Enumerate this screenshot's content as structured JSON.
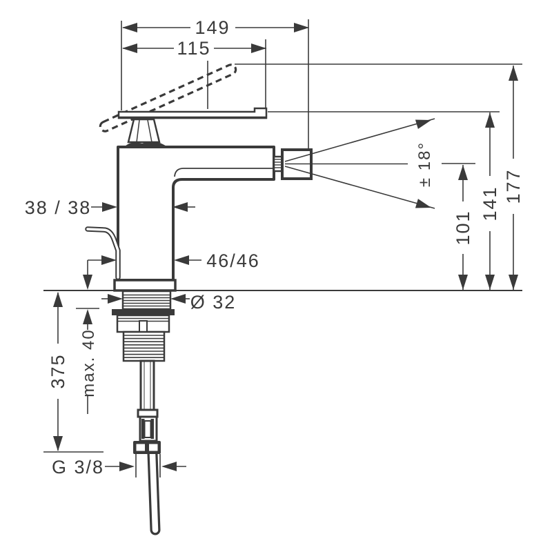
{
  "drawing": {
    "title": "bidet mixer technical drawing",
    "stroke_color": "#3a3a3a",
    "background": "#ffffff",
    "dimensions": {
      "overall_reach": "149",
      "handle_reach": "115",
      "height_total": "177",
      "height_handle": "141",
      "height_outlet": "101",
      "spray_angle": "± 18°",
      "body_section_upper": "38 / 38",
      "body_section_lower": "46/46",
      "hole_diameter": "Ø 32",
      "max_mounting_depth": "max. 40",
      "hose_length": "375",
      "connection_thread": "G 3/8"
    }
  }
}
